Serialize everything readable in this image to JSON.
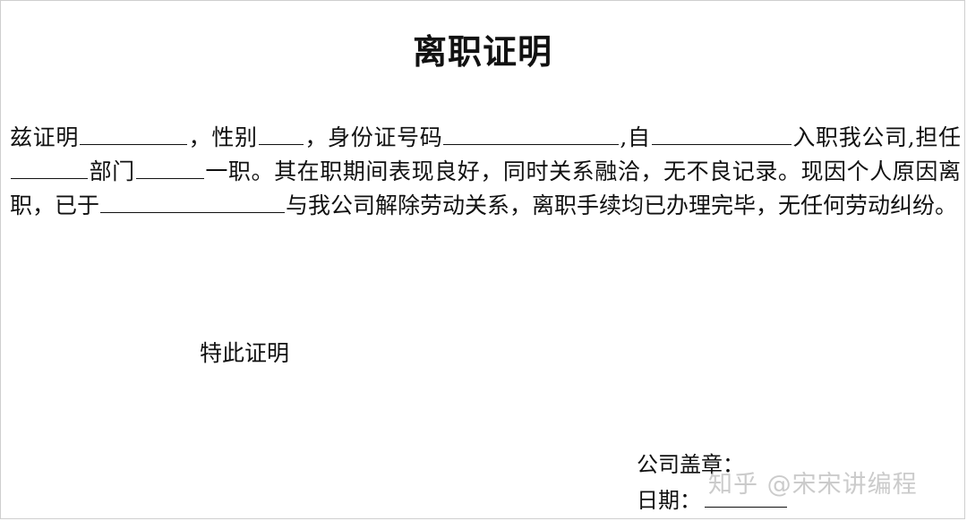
{
  "document": {
    "title": "离职证明",
    "body_segments": [
      "兹证明",
      "，性别",
      "，身份证号码",
      ",自",
      "入职我公司,担任",
      "部门",
      "一职。其在职期间表现良好，同时关系融洽，无不良记录。现因个人原因离职，已于",
      "与我公司解除劳动关系，离职手续均已办理完毕，无任何劳动纠纷。"
    ],
    "closing": "特此证明",
    "seal_label": "公司盖章：",
    "date_label": "日期：",
    "watermark": "知乎 @宋宋讲编程"
  }
}
